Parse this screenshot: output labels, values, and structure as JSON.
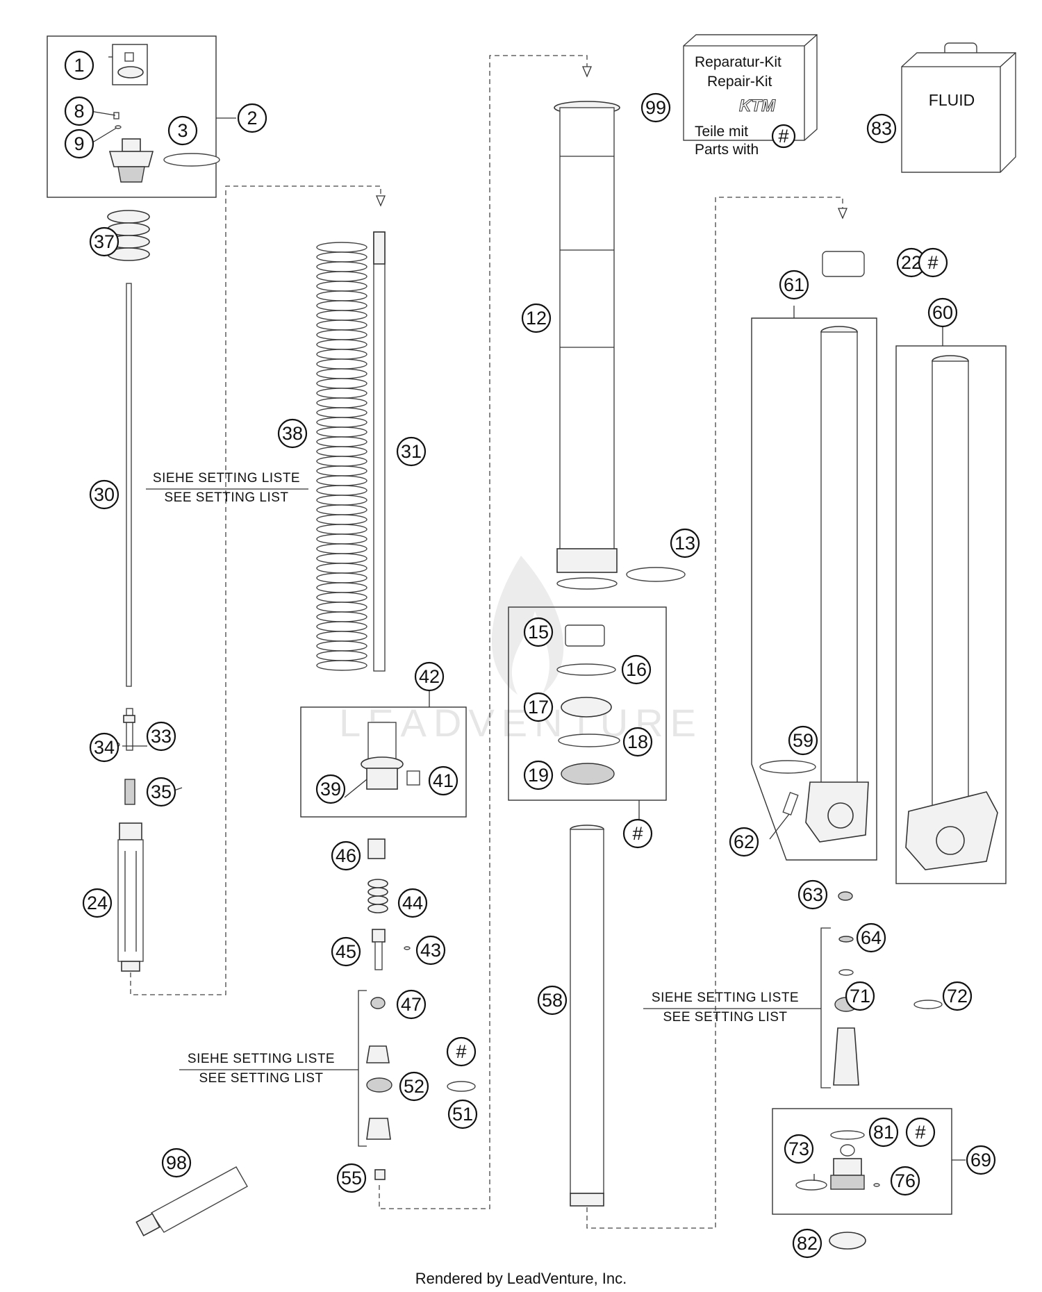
{
  "notes": {
    "setting_de": "SIEHE SETTING LISTE",
    "setting_en": "SEE SETTING LIST"
  },
  "kit": {
    "line1": "Reparatur-Kit",
    "line2": "Repair-Kit",
    "logo": "KTM",
    "line3": "Teile mit",
    "line4": "Parts with",
    "hash": "#"
  },
  "fluid_label": "FLUID",
  "watermark": "LEADVENTURE",
  "footer": "Rendered by LeadVenture, Inc.",
  "callouts": [
    "1",
    "2",
    "3",
    "8",
    "9",
    "37",
    "30",
    "34",
    "33",
    "35",
    "24",
    "38",
    "31",
    "42",
    "39",
    "41",
    "46",
    "44",
    "45",
    "43",
    "47",
    "52",
    "51",
    "55",
    "98",
    "12",
    "13",
    "15",
    "16",
    "17",
    "18",
    "19",
    "58",
    "99",
    "83",
    "22",
    "61",
    "60",
    "59",
    "62",
    "63",
    "64",
    "71",
    "72",
    "73",
    "81",
    "69",
    "76",
    "82"
  ],
  "hash_marks": [
    "#",
    "#",
    "#",
    "#",
    "#"
  ]
}
